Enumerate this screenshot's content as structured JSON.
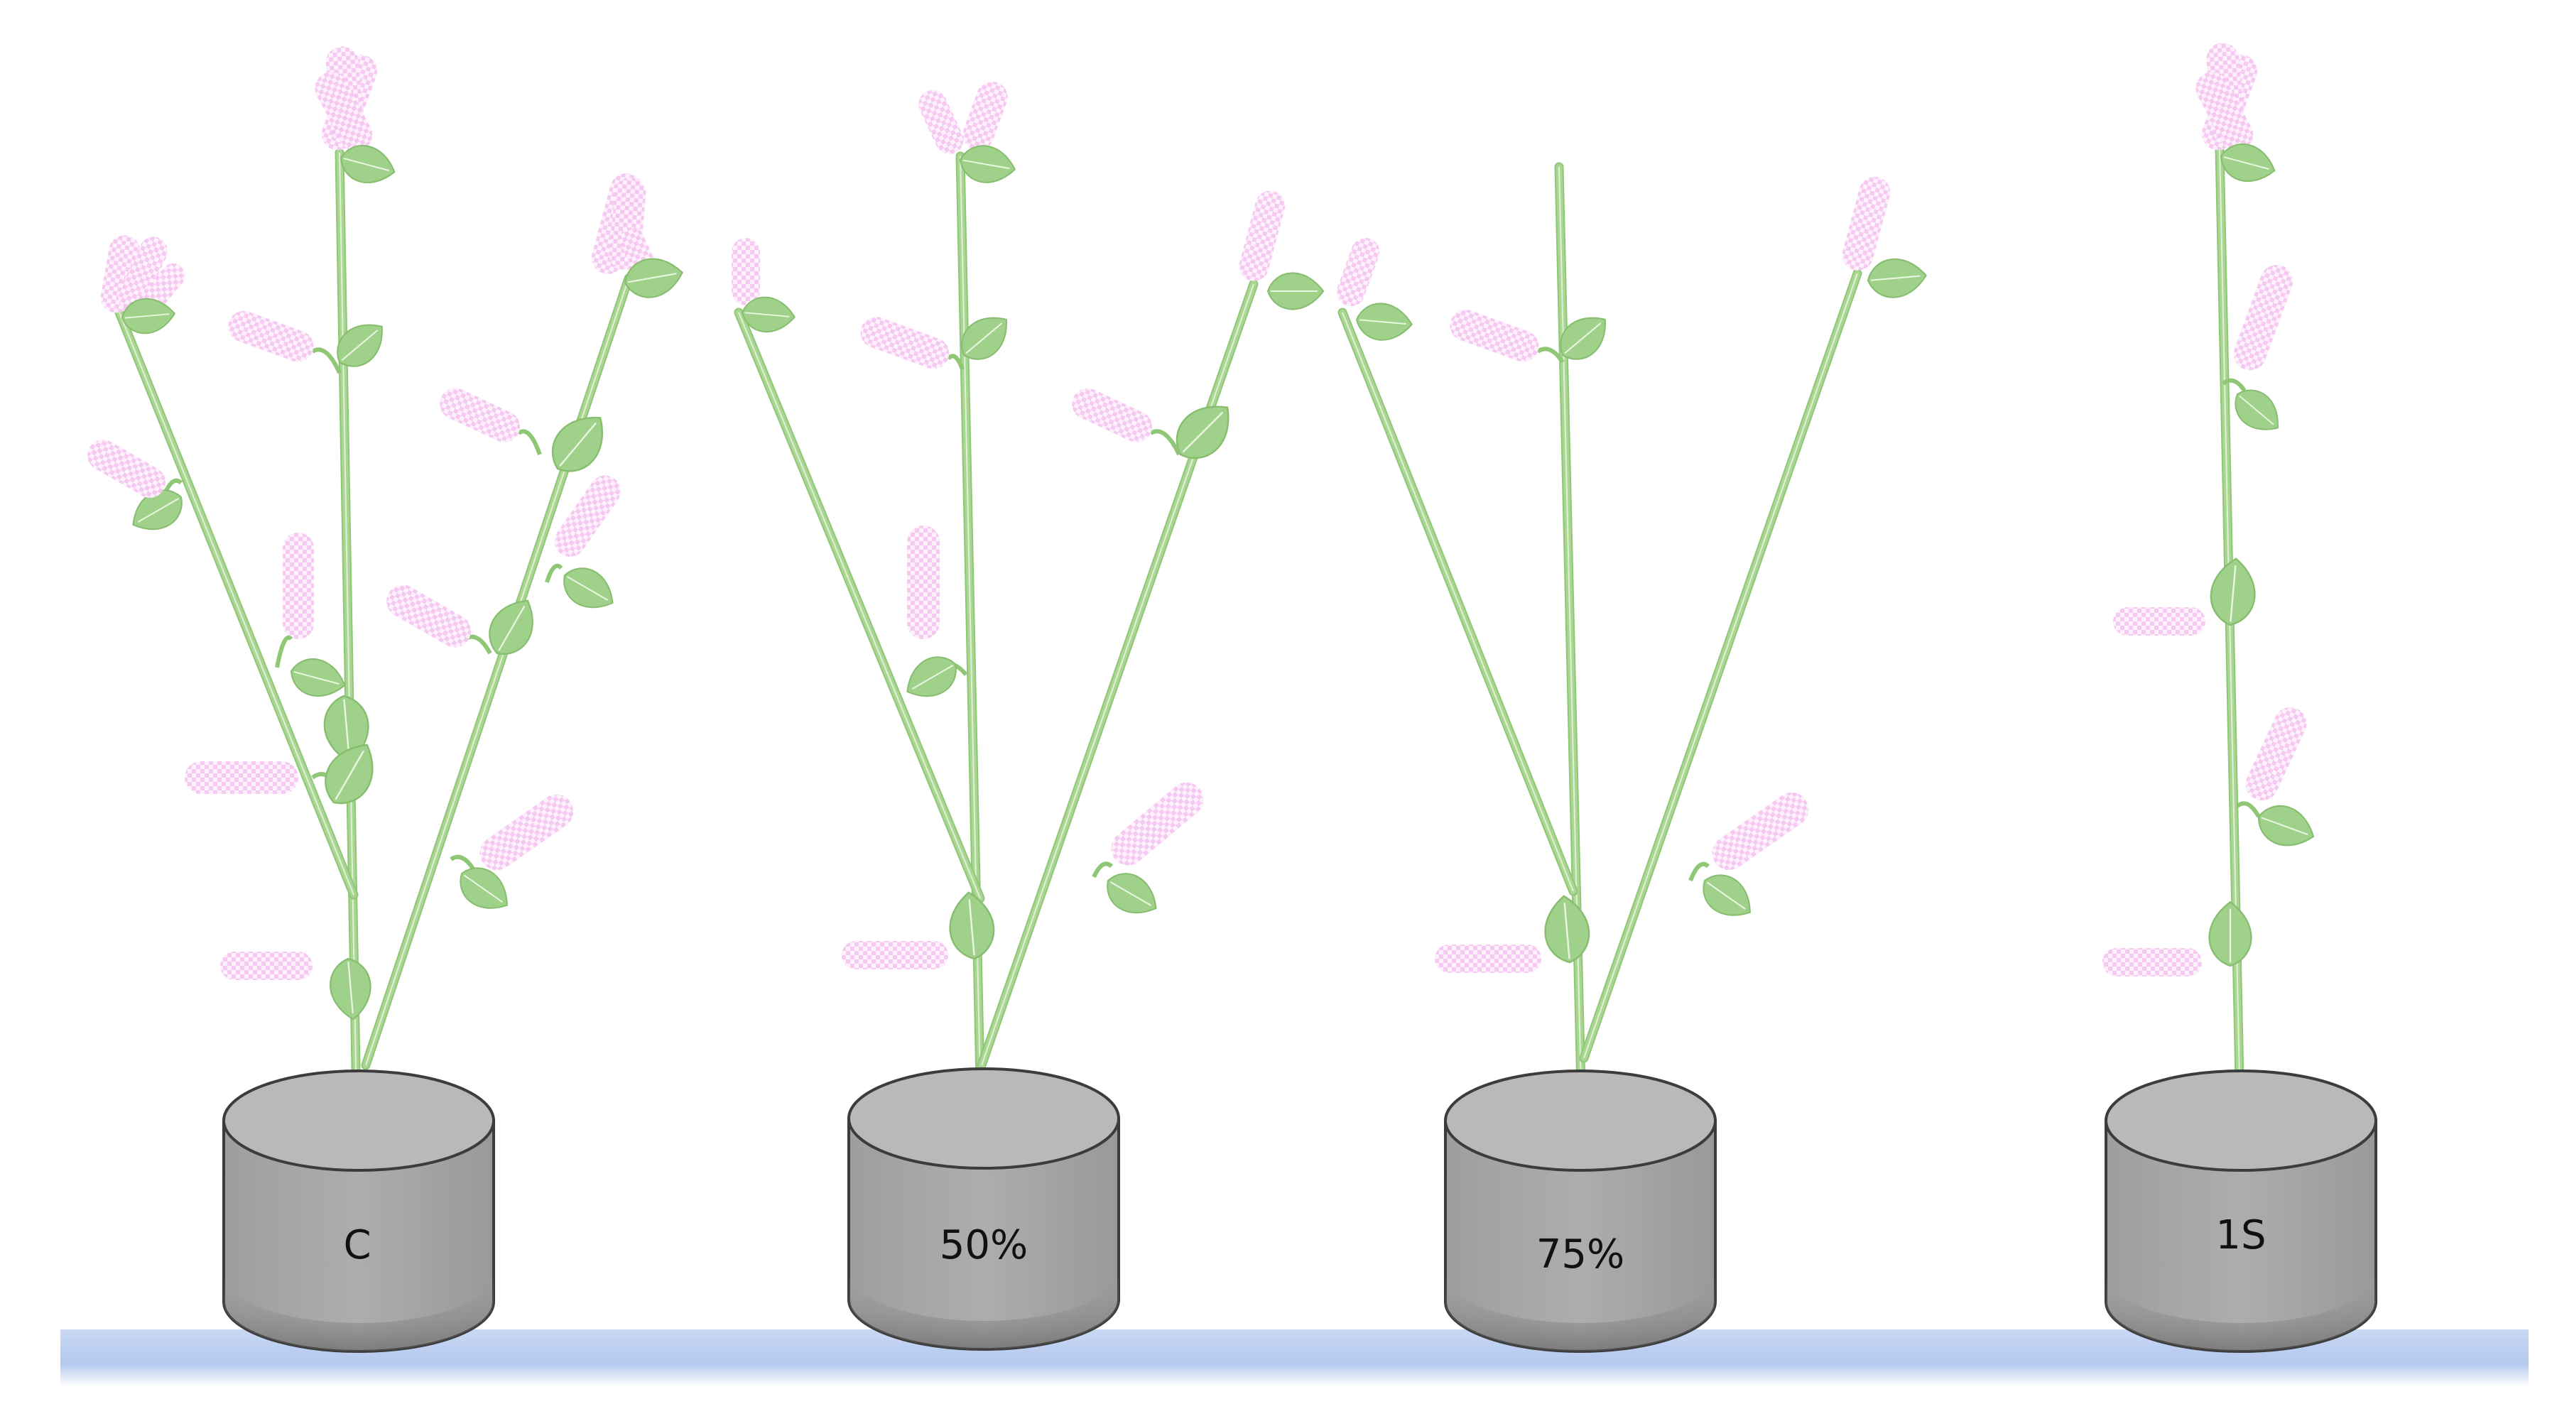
{
  "colors": {
    "background": "#ffffff",
    "stem": "#a9d793",
    "stem_edge": "#8fc777",
    "leaf": "#9fd18a",
    "leaf_vein": "#e9f6e0",
    "flower": "#f6c6f2",
    "flower_light": "#fdf0fb",
    "pot_side": "#a8a6a6",
    "pot_top": "#bab8b8",
    "pot_outline": "#3c3c3c",
    "ground": "#b9cdf0"
  },
  "icons": {
    "plant": "plant-icon",
    "pot": "pot-icon",
    "leaf": "leaf-icon",
    "flower": "flower-cluster-icon",
    "ground": "ground-bar"
  },
  "treatments": [
    {
      "label": "C",
      "branches_remaining": 3
    },
    {
      "label": "50%",
      "branches_remaining": 3
    },
    {
      "label": "75%",
      "branches_remaining": 3
    },
    {
      "label": "1S",
      "branches_remaining": 1
    }
  ]
}
